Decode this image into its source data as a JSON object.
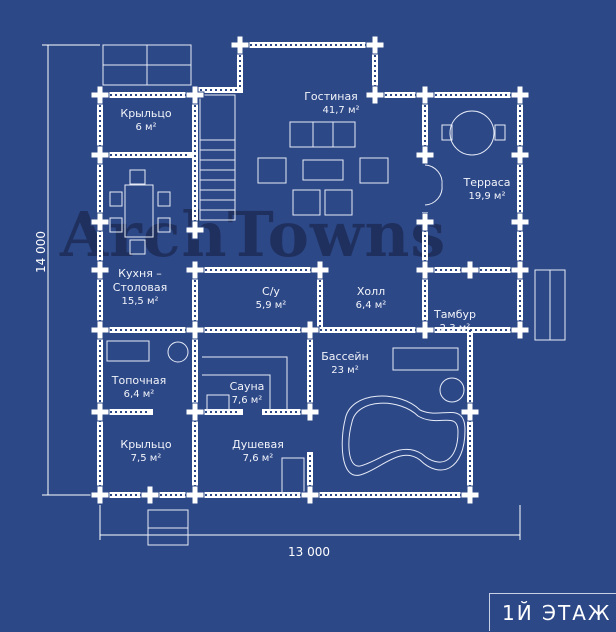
{
  "watermark": "ArchTowns",
  "floor_label": "1Й ЭТАЖ",
  "dimensions": {
    "height": "14 000",
    "width": "13 000"
  },
  "rooms": [
    {
      "name": "Крыльцо",
      "area": "6 м²"
    },
    {
      "name": "Гостиная",
      "area": "41,7 м²"
    },
    {
      "name": "Терраса",
      "area": "19,9 м²"
    },
    {
      "name": "Кухня – Столовая",
      "area": "15,5 м²"
    },
    {
      "name": "С/у",
      "area": "5,9 м²"
    },
    {
      "name": "Холл",
      "area": "6,4 м²"
    },
    {
      "name": "Тамбур",
      "area": "2,3 м²"
    },
    {
      "name": "Бассейн",
      "area": "23 м²"
    },
    {
      "name": "Топочная",
      "area": "6,4 м²"
    },
    {
      "name": "Сауна",
      "area": "7,6 м²"
    },
    {
      "name": "Крыльцо",
      "area": "7,5 м²"
    },
    {
      "name": "Душевая",
      "area": "7,6 м²"
    }
  ],
  "colors": {
    "background": "#2d4887",
    "lines": "#ffffff"
  }
}
